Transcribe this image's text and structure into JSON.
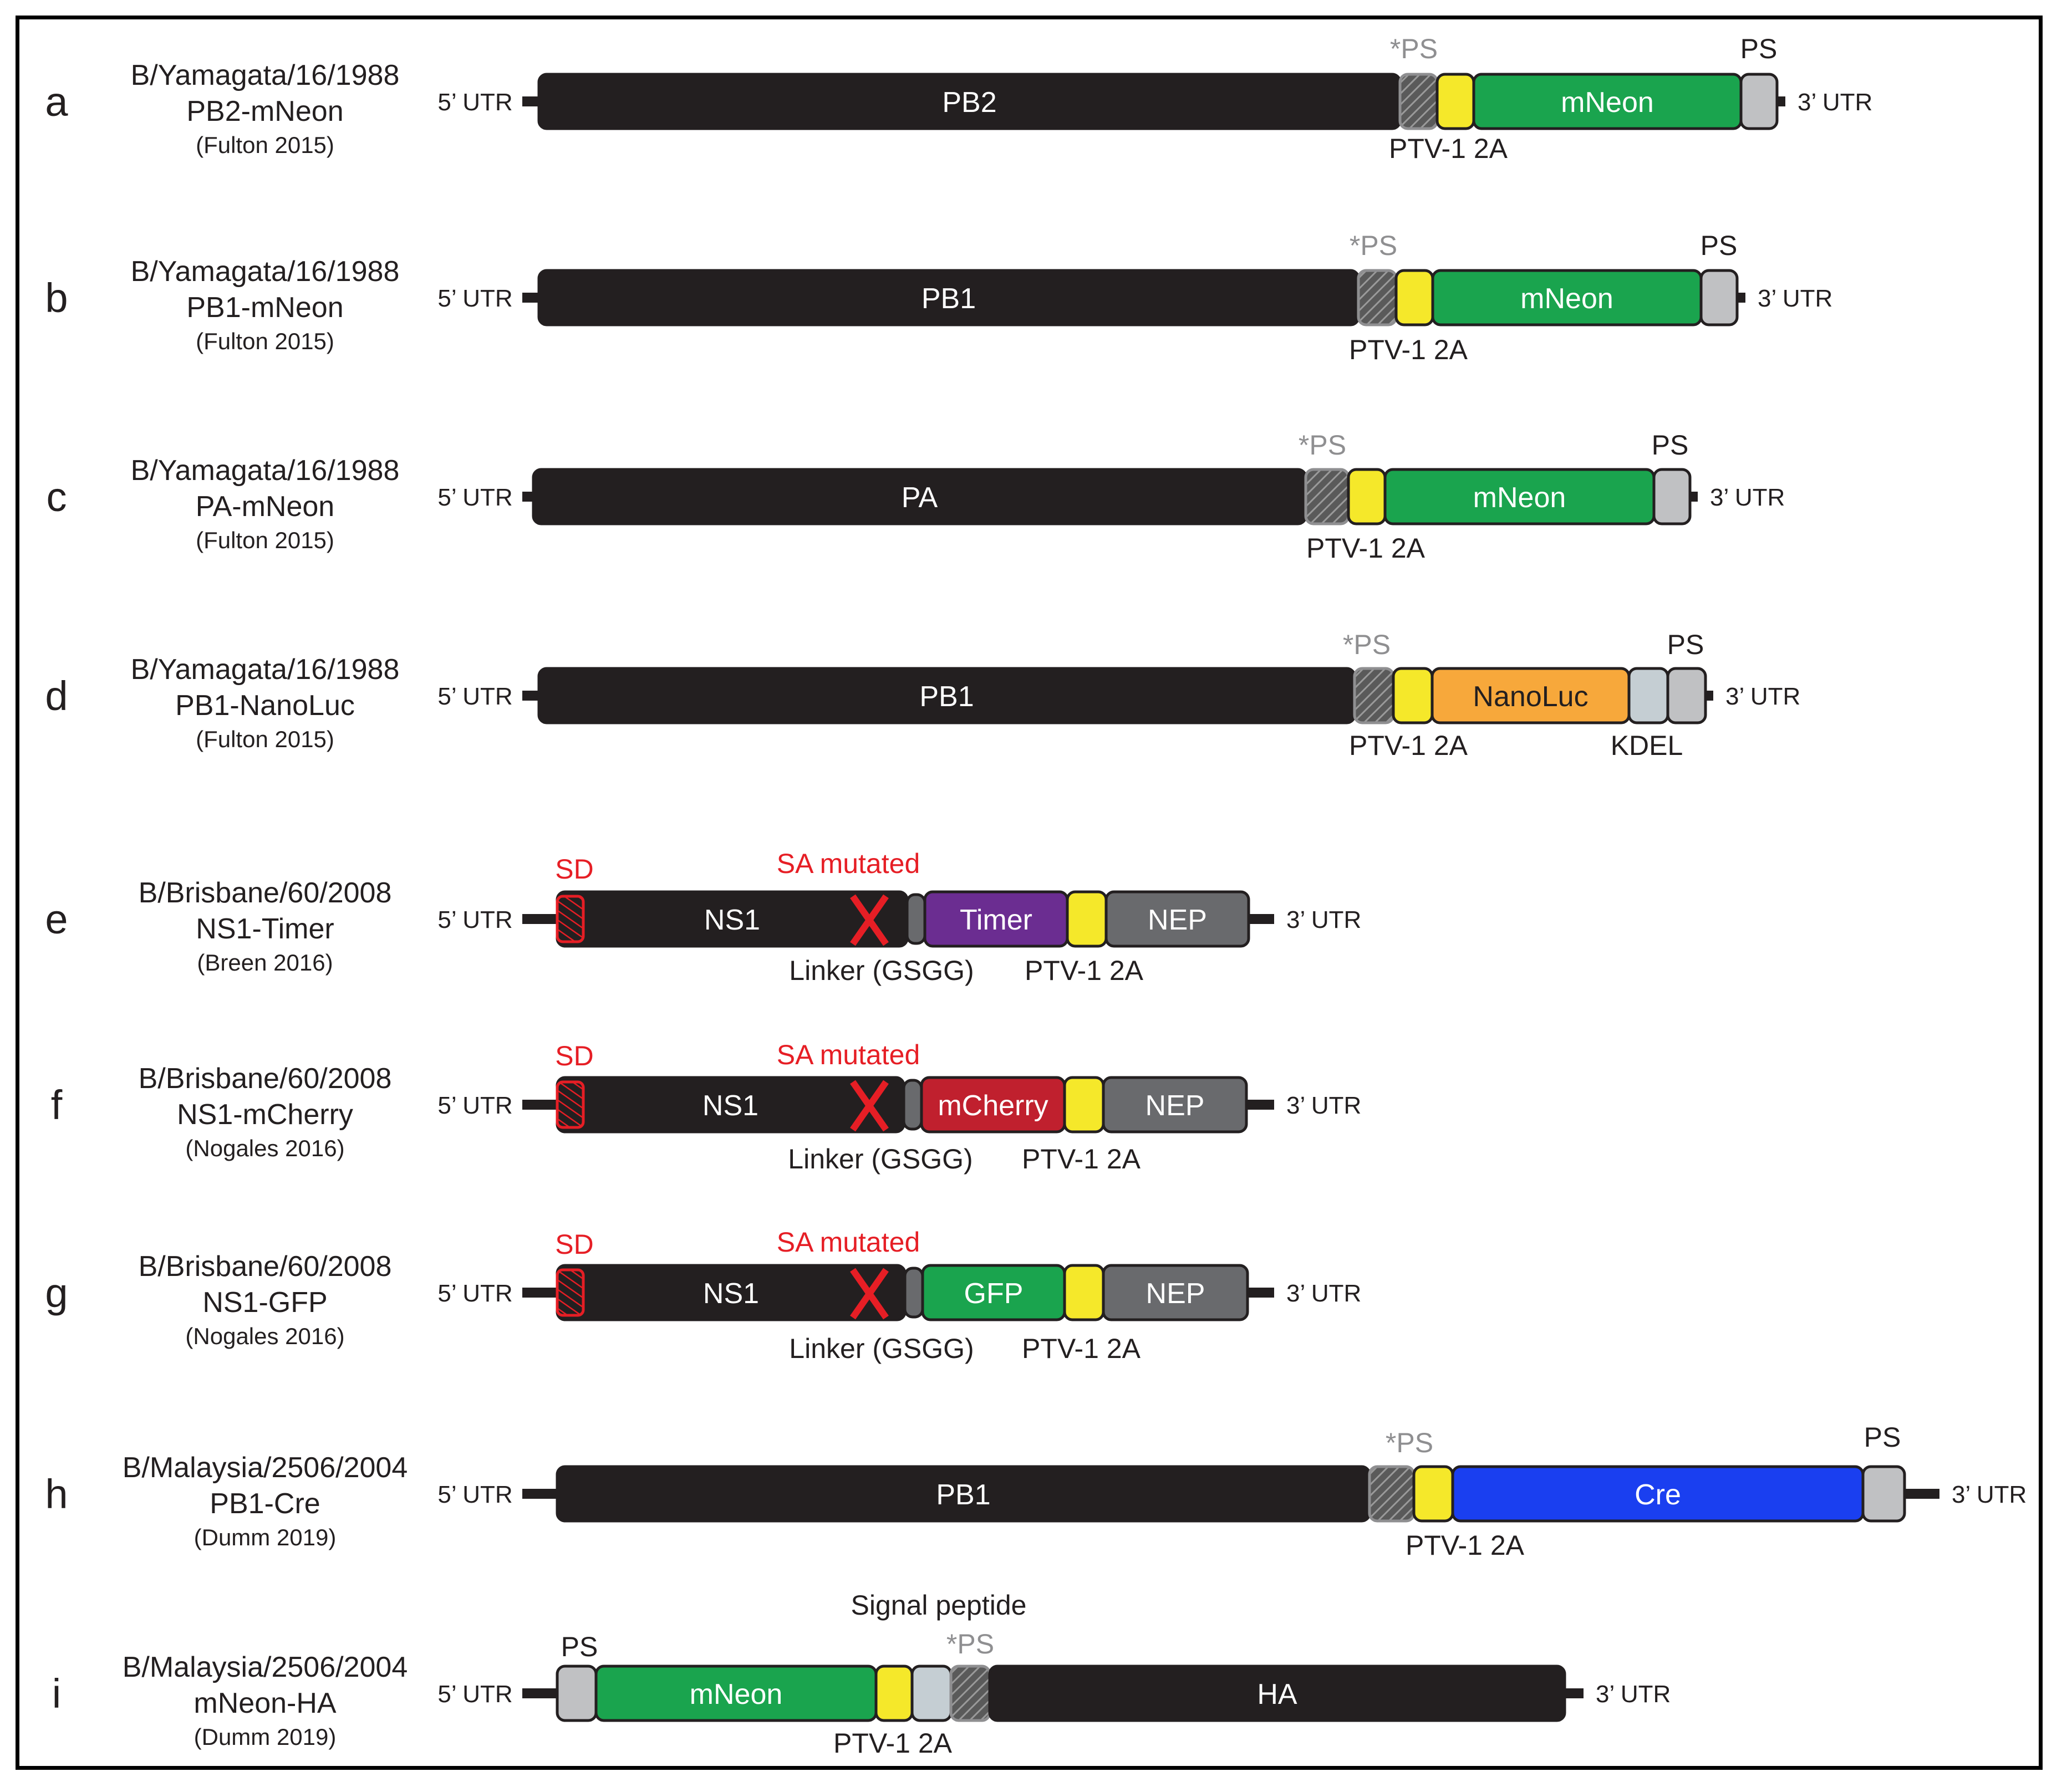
{
  "colors": {
    "black_segment": "#231f20",
    "hatch_fill": "#5a5a5a",
    "yellow_2a": "#f5e82a",
    "green_mneon": "#1aa44e",
    "gray_ps": "#c0c1c3",
    "gray_kdel": "#c5ced3",
    "gray_nep": "#696a6d",
    "purple_timer": "#6b2d91",
    "red_mcherry": "#c0202e",
    "orange_nanoluc": "#f7a83b",
    "blue_cre": "#1a3ff0",
    "red_annotation": "#e61e25",
    "gray_text": "#8f8f91"
  },
  "rows": [
    {
      "letter": "a",
      "name_line1": "B/Yamagata/16/1988",
      "name_line2": "PB2-mNeon",
      "citation": "(Fulton 2015)",
      "utr5": "5’ UTR",
      "utr3": "3’ UTR",
      "segments": [
        {
          "kind": "black",
          "label": "PB2"
        },
        {
          "kind": "hatch"
        },
        {
          "kind": "yellow"
        },
        {
          "kind": "green",
          "label": "mNeon"
        },
        {
          "kind": "grayps"
        }
      ],
      "annotations": [
        {
          "text": "*PS",
          "style": "gray-above"
        },
        {
          "text": "PTV-1 2A",
          "style": "black-below"
        },
        {
          "text": "PS",
          "style": "black-above"
        }
      ]
    },
    {
      "letter": "b",
      "name_line1": "B/Yamagata/16/1988",
      "name_line2": "PB1-mNeon",
      "citation": "(Fulton 2015)",
      "utr5": "5’ UTR",
      "utr3": "3’ UTR",
      "segments": [
        {
          "kind": "black",
          "label": "PB1"
        },
        {
          "kind": "hatch"
        },
        {
          "kind": "yellow"
        },
        {
          "kind": "green",
          "label": "mNeon"
        },
        {
          "kind": "grayps"
        }
      ],
      "annotations": [
        {
          "text": "*PS",
          "style": "gray-above"
        },
        {
          "text": "PTV-1 2A",
          "style": "black-below"
        },
        {
          "text": "PS",
          "style": "black-above"
        }
      ]
    },
    {
      "letter": "c",
      "name_line1": "B/Yamagata/16/1988",
      "name_line2": "PA-mNeon",
      "citation": "(Fulton 2015)",
      "utr5": "5’ UTR",
      "utr3": "3’ UTR",
      "segments": [
        {
          "kind": "black",
          "label": "PA"
        },
        {
          "kind": "hatch"
        },
        {
          "kind": "yellow"
        },
        {
          "kind": "green",
          "label": "mNeon"
        },
        {
          "kind": "grayps"
        }
      ],
      "annotations": [
        {
          "text": "*PS",
          "style": "gray-above"
        },
        {
          "text": "PTV-1 2A",
          "style": "black-below"
        },
        {
          "text": "PS",
          "style": "black-above"
        }
      ]
    },
    {
      "letter": "d",
      "name_line1": "B/Yamagata/16/1988",
      "name_line2": "PB1-NanoLuc",
      "citation": "(Fulton 2015)",
      "utr5": "5’ UTR",
      "utr3": "3’ UTR",
      "segments": [
        {
          "kind": "black",
          "label": "PB1"
        },
        {
          "kind": "hatch"
        },
        {
          "kind": "yellow"
        },
        {
          "kind": "orange",
          "label": "NanoLuc"
        },
        {
          "kind": "kdel"
        },
        {
          "kind": "grayps"
        }
      ],
      "annotations": [
        {
          "text": "*PS",
          "style": "gray-above"
        },
        {
          "text": "PTV-1 2A",
          "style": "black-below"
        },
        {
          "text": "KDEL",
          "style": "black-below"
        },
        {
          "text": "PS",
          "style": "black-above"
        }
      ]
    },
    {
      "letter": "e",
      "name_line1": "B/Brisbane/60/2008",
      "name_line2": "NS1-Timer",
      "citation": "(Breen 2016)",
      "utr5": "5’ UTR",
      "utr3": "3’ UTR",
      "segments": [
        {
          "kind": "black",
          "label": "NS1"
        },
        {
          "kind": "linker"
        },
        {
          "kind": "purple",
          "label": "Timer"
        },
        {
          "kind": "yellow"
        },
        {
          "kind": "nep",
          "label": "NEP"
        }
      ],
      "annotations": [
        {
          "text": "SD",
          "style": "red-above"
        },
        {
          "text": "SA mutated",
          "style": "red-above"
        },
        {
          "text": "Linker (GSGG)",
          "style": "black-below"
        },
        {
          "text": "PTV-1 2A",
          "style": "black-below"
        }
      ]
    },
    {
      "letter": "f",
      "name_line1": "B/Brisbane/60/2008",
      "name_line2": "NS1-mCherry",
      "citation": "(Nogales 2016)",
      "utr5": "5’ UTR",
      "utr3": "3’ UTR",
      "segments": [
        {
          "kind": "black",
          "label": "NS1"
        },
        {
          "kind": "linker"
        },
        {
          "kind": "red",
          "label": "mCherry"
        },
        {
          "kind": "yellow"
        },
        {
          "kind": "nep",
          "label": "NEP"
        }
      ],
      "annotations": [
        {
          "text": "SD",
          "style": "red-above"
        },
        {
          "text": "SA mutated",
          "style": "red-above"
        },
        {
          "text": "Linker (GSGG)",
          "style": "black-below"
        },
        {
          "text": "PTV-1 2A",
          "style": "black-below"
        }
      ]
    },
    {
      "letter": "g",
      "name_line1": "B/Brisbane/60/2008",
      "name_line2": "NS1-GFP",
      "citation": "(Nogales 2016)",
      "utr5": "5’ UTR",
      "utr3": "3’ UTR",
      "segments": [
        {
          "kind": "black",
          "label": "NS1"
        },
        {
          "kind": "linker"
        },
        {
          "kind": "green",
          "label": "GFP"
        },
        {
          "kind": "yellow"
        },
        {
          "kind": "nep",
          "label": "NEP"
        }
      ],
      "annotations": [
        {
          "text": "SD",
          "style": "red-above"
        },
        {
          "text": "SA mutated",
          "style": "red-above"
        },
        {
          "text": "Linker (GSGG)",
          "style": "black-below"
        },
        {
          "text": "PTV-1 2A",
          "style": "black-below"
        }
      ]
    },
    {
      "letter": "h",
      "name_line1": "B/Malaysia/2506/2004",
      "name_line2": "PB1-Cre",
      "citation": "(Dumm 2019)",
      "utr5": "5’ UTR",
      "utr3": "3’ UTR",
      "segments": [
        {
          "kind": "black",
          "label": "PB1"
        },
        {
          "kind": "hatch"
        },
        {
          "kind": "yellow"
        },
        {
          "kind": "blue",
          "label": "Cre"
        },
        {
          "kind": "grayps"
        }
      ],
      "annotations": [
        {
          "text": "*PS",
          "style": "gray-above"
        },
        {
          "text": "PTV-1 2A",
          "style": "black-below"
        },
        {
          "text": "PS",
          "style": "black-above"
        }
      ]
    },
    {
      "letter": "i",
      "name_line1": "B/Malaysia/2506/2004",
      "name_line2": "mNeon-HA",
      "citation": "(Dumm 2019)",
      "utr5": "5’ UTR",
      "utr3": "3’ UTR",
      "segments": [
        {
          "kind": "grayps"
        },
        {
          "kind": "green",
          "label": "mNeon"
        },
        {
          "kind": "yellow"
        },
        {
          "kind": "kdel"
        },
        {
          "kind": "hatch"
        },
        {
          "kind": "black",
          "label": "HA"
        }
      ],
      "annotations": [
        {
          "text": "PS",
          "style": "black-above"
        },
        {
          "text": "Signal peptide",
          "style": "black-above"
        },
        {
          "text": "*PS",
          "style": "gray-above"
        },
        {
          "text": "PTV-1 2A",
          "style": "black-below"
        }
      ]
    }
  ]
}
